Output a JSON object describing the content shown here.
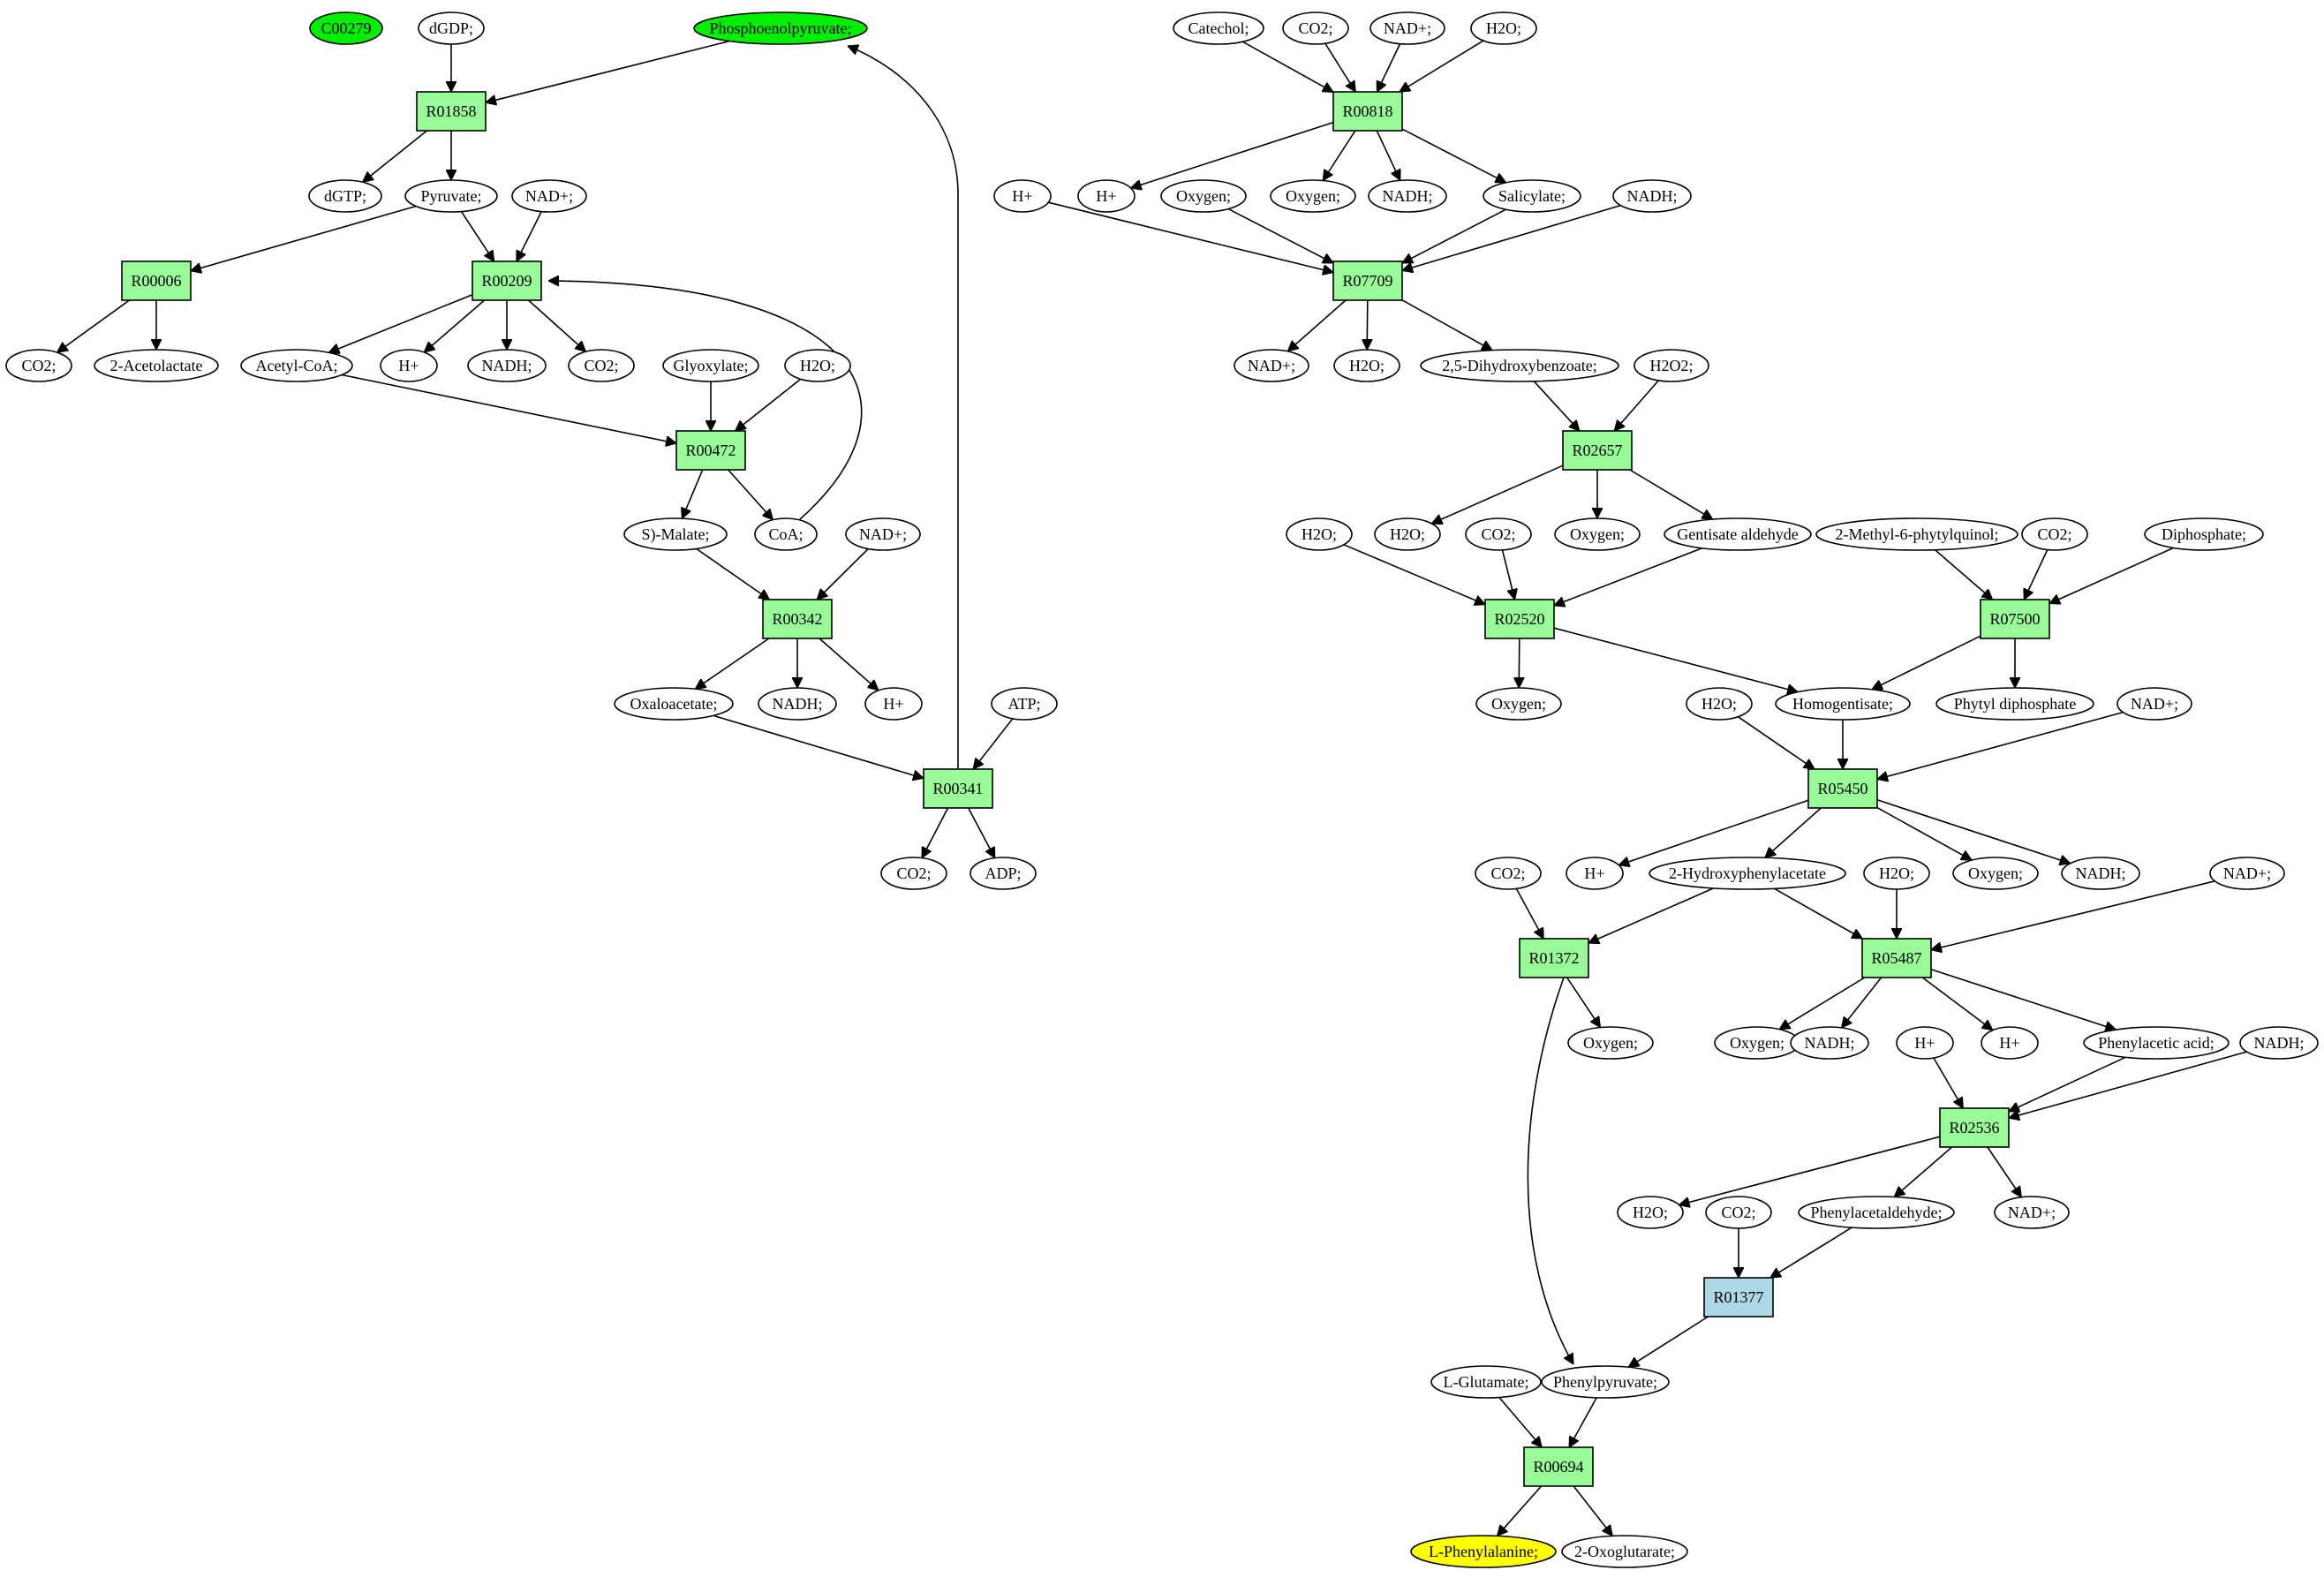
{
  "colors": {
    "reaction": "#98fb98",
    "reaction_highlight": "#add8e6",
    "compound": "#ffffff",
    "source": "#00ee00",
    "target": "#ffff00",
    "stroke": "#000000"
  },
  "nodes": {
    "c_c00279": {
      "label": "C00279",
      "kind": "compound",
      "fill": "source"
    },
    "c_dgdp": {
      "label": "dGDP;",
      "kind": "compound"
    },
    "c_pep": {
      "label": "Phosphoenolpyruvate;",
      "kind": "compound",
      "fill": "source"
    },
    "r_r01858": {
      "label": "R01858",
      "kind": "reaction"
    },
    "c_dgtp": {
      "label": "dGTP;",
      "kind": "compound"
    },
    "c_pyruvate": {
      "label": "Pyruvate;",
      "kind": "compound"
    },
    "c_nadp_1": {
      "label": "NAD+;",
      "kind": "compound"
    },
    "r_r00006": {
      "label": "R00006",
      "kind": "reaction"
    },
    "r_r00209": {
      "label": "R00209",
      "kind": "reaction"
    },
    "c_co2_1": {
      "label": "CO2;",
      "kind": "compound"
    },
    "c_acetolactate": {
      "label": "2-Acetolactate",
      "kind": "compound"
    },
    "c_acetylcoa": {
      "label": "Acetyl-CoA;",
      "kind": "compound"
    },
    "c_hplus_1": {
      "label": "H+",
      "kind": "compound"
    },
    "c_nadh_1": {
      "label": "NADH;",
      "kind": "compound"
    },
    "c_co2_2": {
      "label": "CO2;",
      "kind": "compound"
    },
    "c_glyoxylate": {
      "label": "Glyoxylate;",
      "kind": "compound"
    },
    "c_h2o_1": {
      "label": "H2O;",
      "kind": "compound"
    },
    "r_r00472": {
      "label": "R00472",
      "kind": "reaction"
    },
    "c_smalate": {
      "label": "S)-Malate;",
      "kind": "compound"
    },
    "c_coa": {
      "label": "CoA;",
      "kind": "compound"
    },
    "c_nadp_2": {
      "label": "NAD+;",
      "kind": "compound"
    },
    "r_r00342": {
      "label": "R00342",
      "kind": "reaction"
    },
    "c_oxaloacetate": {
      "label": "Oxaloacetate;",
      "kind": "compound"
    },
    "c_nadh_2": {
      "label": "NADH;",
      "kind": "compound"
    },
    "c_hplus_2": {
      "label": "H+",
      "kind": "compound"
    },
    "c_atp": {
      "label": "ATP;",
      "kind": "compound"
    },
    "r_r00341": {
      "label": "R00341",
      "kind": "reaction"
    },
    "c_co2_3": {
      "label": "CO2;",
      "kind": "compound"
    },
    "c_adp": {
      "label": "ADP;",
      "kind": "compound"
    },
    "c_catechol": {
      "label": "Catechol;",
      "kind": "compound"
    },
    "c_co2_4": {
      "label": "CO2;",
      "kind": "compound"
    },
    "c_nadp_3": {
      "label": "NAD+;",
      "kind": "compound"
    },
    "c_h2o_2": {
      "label": "H2O;",
      "kind": "compound"
    },
    "r_r00818": {
      "label": "R00818",
      "kind": "reaction"
    },
    "c_hplus_3": {
      "label": "H+",
      "kind": "compound"
    },
    "c_hplus_4": {
      "label": "H+",
      "kind": "compound"
    },
    "c_oxygen_1": {
      "label": "Oxygen;",
      "kind": "compound"
    },
    "c_oxygen_2": {
      "label": "Oxygen;",
      "kind": "compound"
    },
    "c_nadh_3": {
      "label": "NADH;",
      "kind": "compound"
    },
    "c_salicylate": {
      "label": "Salicylate;",
      "kind": "compound"
    },
    "c_nadh_4": {
      "label": "NADH;",
      "kind": "compound"
    },
    "r_r07709": {
      "label": "R07709",
      "kind": "reaction"
    },
    "c_nadp_4": {
      "label": "NAD+;",
      "kind": "compound"
    },
    "c_h2o_3": {
      "label": "H2O;",
      "kind": "compound"
    },
    "c_dhb": {
      "label": "2,5-Dihydroxybenzoate;",
      "kind": "compound"
    },
    "c_h2o2": {
      "label": "H2O2;",
      "kind": "compound"
    },
    "r_r02657": {
      "label": "R02657",
      "kind": "reaction"
    },
    "c_h2o_4": {
      "label": "H2O;",
      "kind": "compound"
    },
    "c_h2o_5": {
      "label": "H2O;",
      "kind": "compound"
    },
    "c_co2_5": {
      "label": "CO2;",
      "kind": "compound"
    },
    "c_oxygen_3": {
      "label": "Oxygen;",
      "kind": "compound"
    },
    "c_gentisate_ald": {
      "label": "Gentisate aldehyde",
      "kind": "compound"
    },
    "c_mpq": {
      "label": "2-Methyl-6-phytylquinol;",
      "kind": "compound"
    },
    "c_co2_6": {
      "label": "CO2;",
      "kind": "compound"
    },
    "c_diphosphate": {
      "label": "Diphosphate;",
      "kind": "compound"
    },
    "r_r02520": {
      "label": "R02520",
      "kind": "reaction"
    },
    "r_r07500": {
      "label": "R07500",
      "kind": "reaction"
    },
    "c_oxygen_4": {
      "label": "Oxygen;",
      "kind": "compound"
    },
    "c_h2o_6": {
      "label": "H2O;",
      "kind": "compound"
    },
    "c_homogentisate": {
      "label": "Homogentisate;",
      "kind": "compound"
    },
    "c_phytyl_dp": {
      "label": "Phytyl diphosphate",
      "kind": "compound"
    },
    "c_nadp_5": {
      "label": "NAD+;",
      "kind": "compound"
    },
    "r_r05450": {
      "label": "R05450",
      "kind": "reaction"
    },
    "c_co2_7": {
      "label": "CO2;",
      "kind": "compound"
    },
    "c_hplus_5": {
      "label": "H+",
      "kind": "compound"
    },
    "c_hpa": {
      "label": "2-Hydroxyphenylacetate",
      "kind": "compound"
    },
    "c_h2o_7": {
      "label": "H2O;",
      "kind": "compound"
    },
    "c_oxygen_5": {
      "label": "Oxygen;",
      "kind": "compound"
    },
    "c_nadh_5": {
      "label": "NADH;",
      "kind": "compound"
    },
    "c_nadp_6": {
      "label": "NAD+;",
      "kind": "compound"
    },
    "r_r01372": {
      "label": "R01372",
      "kind": "reaction"
    },
    "r_r05487": {
      "label": "R05487",
      "kind": "reaction"
    },
    "c_oxygen_6": {
      "label": "Oxygen;",
      "kind": "compound"
    },
    "c_oxygen_7": {
      "label": "Oxygen;",
      "kind": "compound"
    },
    "c_nadh_6": {
      "label": "NADH;",
      "kind": "compound"
    },
    "c_hplus_6": {
      "label": "H+",
      "kind": "compound"
    },
    "c_hplus_7": {
      "label": "H+",
      "kind": "compound"
    },
    "c_phenylacetic": {
      "label": "Phenylacetic acid;",
      "kind": "compound"
    },
    "c_nadh_7": {
      "label": "NADH;",
      "kind": "compound"
    },
    "r_r02536": {
      "label": "R02536",
      "kind": "reaction"
    },
    "c_h2o_8": {
      "label": "H2O;",
      "kind": "compound"
    },
    "c_co2_8": {
      "label": "CO2;",
      "kind": "compound"
    },
    "c_phenylacetaldehyde": {
      "label": "Phenylacetaldehyde;",
      "kind": "compound"
    },
    "c_nadp_7": {
      "label": "NAD+;",
      "kind": "compound"
    },
    "r_r01377": {
      "label": "R01377",
      "kind": "reaction",
      "fill": "reaction_highlight"
    },
    "c_lglutamate": {
      "label": "L-Glutamate;",
      "kind": "compound"
    },
    "c_phenylpyruvate": {
      "label": "Phenylpyruvate;",
      "kind": "compound"
    },
    "r_r00694": {
      "label": "R00694",
      "kind": "reaction"
    },
    "c_lphe": {
      "label": "L-Phenylalanine;",
      "kind": "compound",
      "fill": "target"
    },
    "c_oxoglutarate": {
      "label": "2-Oxoglutarate;",
      "kind": "compound"
    }
  },
  "edges": [
    [
      "c_dgdp",
      "r_r01858"
    ],
    [
      "c_pep",
      "r_r01858"
    ],
    [
      "r_r01858",
      "c_dgtp"
    ],
    [
      "r_r01858",
      "c_pyruvate"
    ],
    [
      "c_pyruvate",
      "r_r00006"
    ],
    [
      "c_pyruvate",
      "r_r00209"
    ],
    [
      "c_nadp_1",
      "r_r00209"
    ],
    [
      "r_r00006",
      "c_co2_1"
    ],
    [
      "r_r00006",
      "c_acetolactate"
    ],
    [
      "r_r00209",
      "c_acetylcoa"
    ],
    [
      "r_r00209",
      "c_hplus_1"
    ],
    [
      "r_r00209",
      "c_nadh_1"
    ],
    [
      "r_r00209",
      "c_co2_2"
    ],
    [
      "c_acetylcoa",
      "r_r00472"
    ],
    [
      "c_glyoxylate",
      "r_r00472"
    ],
    [
      "c_h2o_1",
      "r_r00472"
    ],
    [
      "r_r00472",
      "c_smalate"
    ],
    [
      "r_r00472",
      "c_coa"
    ],
    [
      "c_coa",
      "r_r00209"
    ],
    [
      "c_smalate",
      "r_r00342"
    ],
    [
      "c_nadp_2",
      "r_r00342"
    ],
    [
      "r_r00342",
      "c_oxaloacetate"
    ],
    [
      "r_r00342",
      "c_nadh_2"
    ],
    [
      "r_r00342",
      "c_hplus_2"
    ],
    [
      "c_oxaloacetate",
      "r_r00341"
    ],
    [
      "c_atp",
      "r_r00341"
    ],
    [
      "r_r00341",
      "c_co2_3"
    ],
    [
      "r_r00341",
      "c_adp"
    ],
    [
      "r_r00341",
      "c_pep"
    ],
    [
      "c_catechol",
      "r_r00818"
    ],
    [
      "c_co2_4",
      "r_r00818"
    ],
    [
      "c_nadp_3",
      "r_r00818"
    ],
    [
      "c_h2o_2",
      "r_r00818"
    ],
    [
      "r_r00818",
      "c_hplus_4"
    ],
    [
      "r_r00818",
      "c_oxygen_2"
    ],
    [
      "r_r00818",
      "c_nadh_3"
    ],
    [
      "r_r00818",
      "c_salicylate"
    ],
    [
      "c_hplus_3",
      "r_r07709"
    ],
    [
      "c_oxygen_1",
      "r_r07709"
    ],
    [
      "c_salicylate",
      "r_r07709"
    ],
    [
      "c_nadh_4",
      "r_r07709"
    ],
    [
      "r_r07709",
      "c_nadp_4"
    ],
    [
      "r_r07709",
      "c_h2o_3"
    ],
    [
      "r_r07709",
      "c_dhb"
    ],
    [
      "c_dhb",
      "r_r02657"
    ],
    [
      "c_h2o2",
      "r_r02657"
    ],
    [
      "r_r02657",
      "c_h2o_5"
    ],
    [
      "r_r02657",
      "c_oxygen_3"
    ],
    [
      "r_r02657",
      "c_gentisate_ald"
    ],
    [
      "c_h2o_4",
      "r_r02520"
    ],
    [
      "c_co2_5",
      "r_r02520"
    ],
    [
      "c_gentisate_ald",
      "r_r02520"
    ],
    [
      "r_r02520",
      "c_oxygen_4"
    ],
    [
      "r_r02520",
      "c_homogentisate"
    ],
    [
      "c_mpq",
      "r_r07500"
    ],
    [
      "c_co2_6",
      "r_r07500"
    ],
    [
      "c_diphosphate",
      "r_r07500"
    ],
    [
      "r_r07500",
      "c_homogentisate"
    ],
    [
      "r_r07500",
      "c_phytyl_dp"
    ],
    [
      "c_h2o_6",
      "r_r05450"
    ],
    [
      "c_homogentisate",
      "r_r05450"
    ],
    [
      "c_nadp_5",
      "r_r05450"
    ],
    [
      "r_r05450",
      "c_hplus_5"
    ],
    [
      "r_r05450",
      "c_hpa"
    ],
    [
      "r_r05450",
      "c_oxygen_5"
    ],
    [
      "r_r05450",
      "c_nadh_5"
    ],
    [
      "c_co2_7",
      "r_r01372"
    ],
    [
      "c_hpa",
      "r_r01372"
    ],
    [
      "c_hpa",
      "r_r05487"
    ],
    [
      "c_h2o_7",
      "r_r05487"
    ],
    [
      "c_nadp_6",
      "r_r05487"
    ],
    [
      "r_r01372",
      "c_oxygen_6"
    ],
    [
      "r_r01372",
      "c_phenylpyruvate"
    ],
    [
      "r_r05487",
      "c_oxygen_7"
    ],
    [
      "r_r05487",
      "c_nadh_6"
    ],
    [
      "r_r05487",
      "c_hplus_7"
    ],
    [
      "r_r05487",
      "c_phenylacetic"
    ],
    [
      "c_hplus_6",
      "r_r02536"
    ],
    [
      "c_phenylacetic",
      "r_r02536"
    ],
    [
      "c_nadh_7",
      "r_r02536"
    ],
    [
      "r_r02536",
      "c_h2o_8"
    ],
    [
      "r_r02536",
      "c_phenylacetaldehyde"
    ],
    [
      "r_r02536",
      "c_nadp_7"
    ],
    [
      "c_co2_8",
      "r_r01377"
    ],
    [
      "c_phenylacetaldehyde",
      "r_r01377"
    ],
    [
      "r_r01377",
      "c_phenylpyruvate"
    ],
    [
      "c_lglutamate",
      "r_r00694"
    ],
    [
      "c_phenylpyruvate",
      "r_r00694"
    ],
    [
      "r_r00694",
      "c_lphe"
    ],
    [
      "r_r00694",
      "c_oxoglutarate"
    ]
  ]
}
